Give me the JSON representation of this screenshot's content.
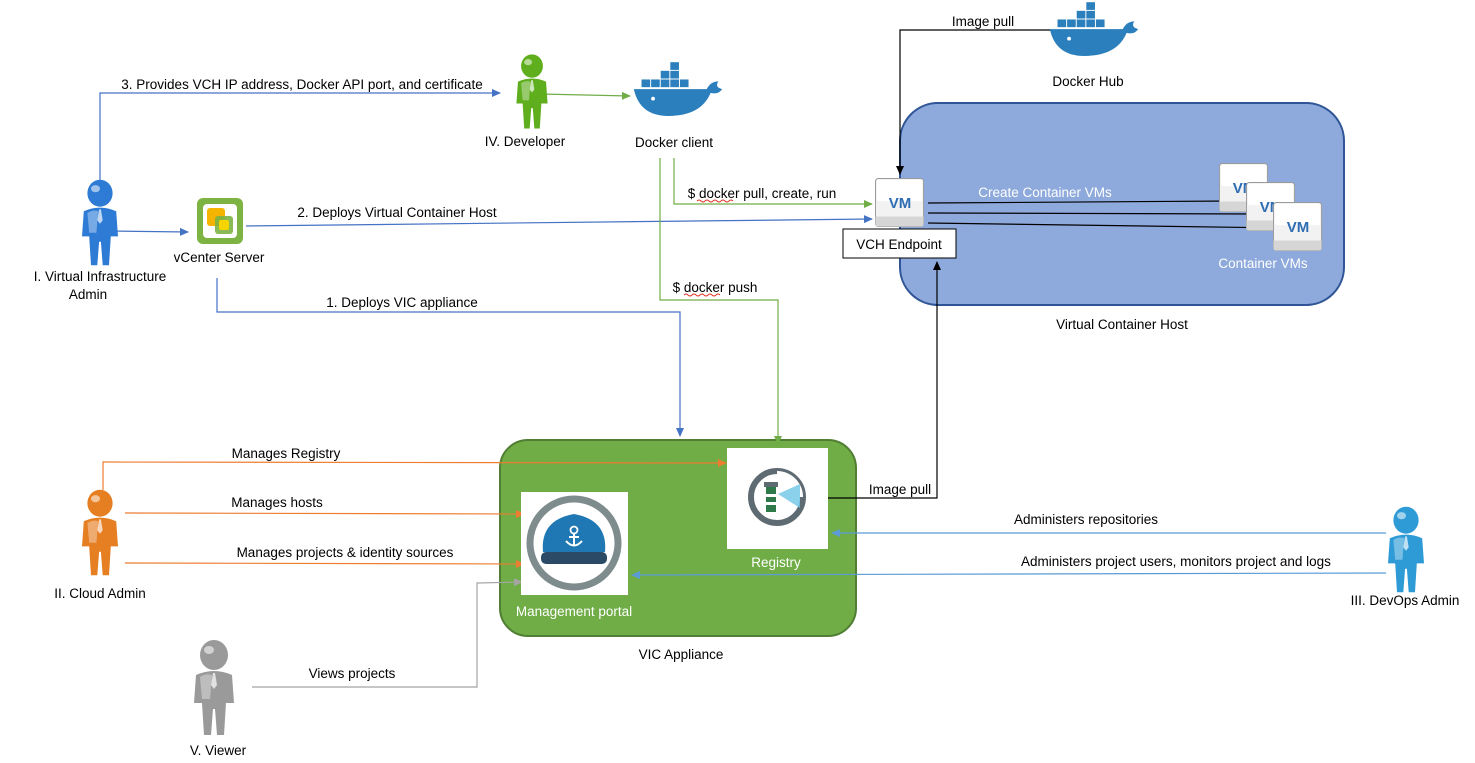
{
  "colors": {
    "vch_fill": "#8ea9db",
    "vch_stroke": "#2f5597",
    "appliance_fill": "#70ad47",
    "appliance_stroke": "#507e32",
    "arrow_blue": "#4472c4",
    "arrow_green": "#70ad47",
    "arrow_orange": "#ed7d31",
    "arrow_gray": "#a5a5a5",
    "arrow_lightblue": "#5b9bd5",
    "arrow_black": "#000000"
  },
  "actors": {
    "vi_admin": {
      "label_line1": "I. Virtual Infrastructure",
      "label_line2": "Admin",
      "color": "#2e7bd6"
    },
    "cloud_admin": {
      "label": "II. Cloud Admin",
      "color": "#e67e22"
    },
    "devops_admin": {
      "label": "III. DevOps Admin",
      "color": "#2e9bd6"
    },
    "developer": {
      "label": "IV. Developer",
      "color": "#5fae1e"
    },
    "viewer": {
      "label": "V. Viewer",
      "color": "#9a9a9a"
    }
  },
  "nodes": {
    "vcenter": {
      "label": "vCenter Server"
    },
    "docker_client": {
      "label": "Docker client"
    },
    "docker_hub": {
      "label": "Docker Hub"
    },
    "vch": {
      "label": "Virtual Container Host"
    },
    "vch_endpoint": {
      "label": "VCH Endpoint",
      "vm_text": "VM"
    },
    "container_vms": {
      "label": "Container VMs",
      "vm_text_1": "VM",
      "vm_text_2": "VM",
      "vm_text_3": "VM"
    },
    "appliance": {
      "label": "VIC Appliance"
    },
    "registry": {
      "label": "Registry"
    },
    "portal": {
      "label": "Management portal"
    }
  },
  "edges": {
    "provides_vch": "3. Provides VCH IP address, Docker API port, and certificate",
    "deploys_vch": "2. Deploys Virtual Container Host",
    "deploys_vic": "1. Deploys VIC appliance",
    "docker_cmds": "$ docker pull, create, run",
    "docker_push": "$ docker push",
    "image_pull_hub": "Image pull",
    "create_container_vms": "Create Container VMs",
    "image_pull_registry": "Image pull",
    "manages_registry": "Manages Registry",
    "manages_hosts": "Manages hosts",
    "manages_projects": "Manages projects & identity sources",
    "administers_repos": "Administers repositories",
    "administers_users": "Administers project users, monitors project and logs",
    "views_projects": "Views projects"
  }
}
